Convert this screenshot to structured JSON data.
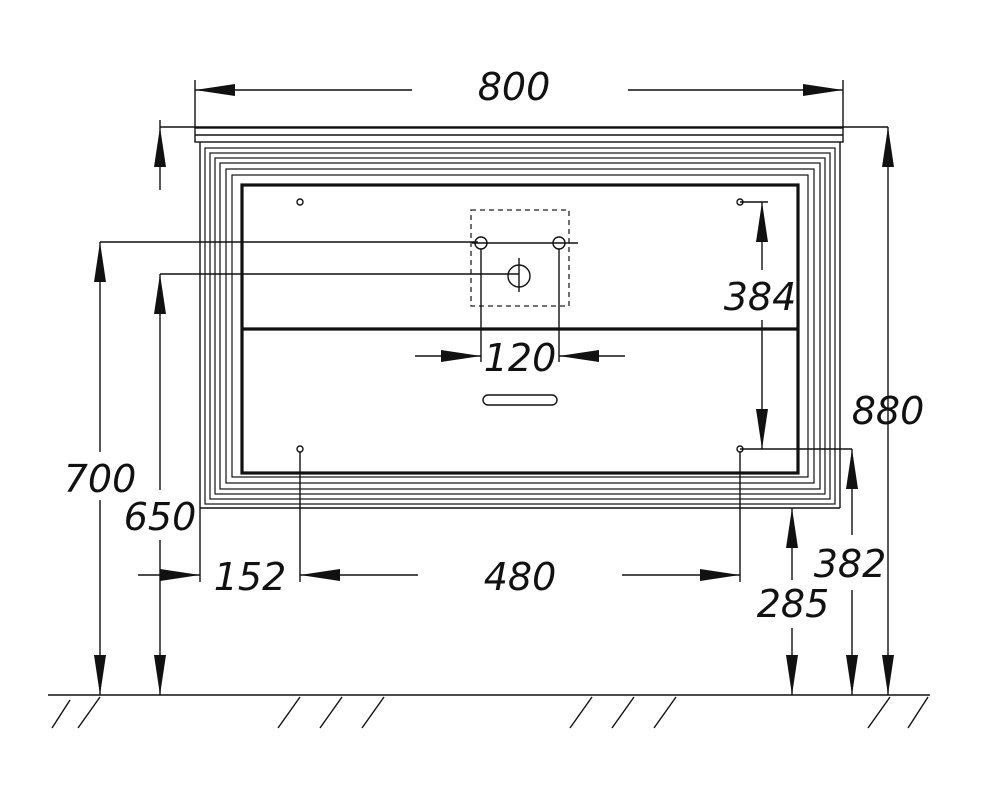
{
  "dimensions": {
    "total_width": "800",
    "total_height": "880",
    "height_700": "700",
    "height_650": "650",
    "hole_spacing_vertical": "384",
    "tap_hole_spacing": "120",
    "side_offset": "152",
    "mount_spacing": "480",
    "height_382": "382",
    "height_285": "285"
  },
  "colors": {
    "line": "#111111",
    "background": "#ffffff"
  }
}
